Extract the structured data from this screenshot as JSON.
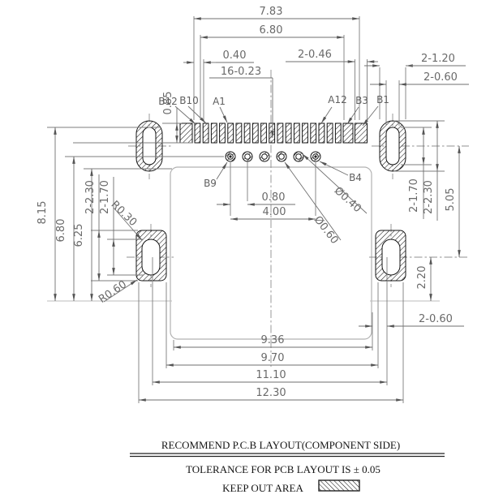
{
  "drawing": {
    "dims": {
      "top_overall": "7.83",
      "top_inner": "6.80",
      "pad_pitch": "0.40",
      "end_pads": "2-0.46",
      "signal_pads": "16-0.23",
      "slot_outer_w": "2-1.20",
      "slot_inner_w": "2-0.60",
      "pad_height": "0.85",
      "left_overall": "8.15",
      "left_holes": "6.80",
      "left_body": "6.25",
      "lpad_outer": "2-2.30",
      "lpad_slot": "2-1.70",
      "radius_slot": "R0.30",
      "radius_pad": "R0.60",
      "hole_pitch": "0.80",
      "hole_span": "4.00",
      "hole_dia": "Ø0.40",
      "pad_dia": "Ø0.60",
      "rpad_slot": "2-1.70",
      "rpad_outer": "2-2.30",
      "right_span": "5.05",
      "right_offset": "2.20",
      "side_clear": "2-0.60",
      "width_body": "9.36",
      "width_slots": "9.70",
      "width_pads": "11.10",
      "width_overall": "12.30"
    },
    "pins": {
      "b12": "B12",
      "b10": "B10",
      "a1": "A1",
      "a12": "A12",
      "b3": "B3",
      "b1": "B1",
      "b9": "B9",
      "b4": "B4"
    }
  },
  "footer": {
    "title": "RECOMMEND P.C.B LAYOUT(COMPONENT SIDE)",
    "tolerance": "TOLERANCE FOR PCB LAYOUT IS ± 0.05",
    "keepout_label": "KEEP OUT AREA"
  }
}
